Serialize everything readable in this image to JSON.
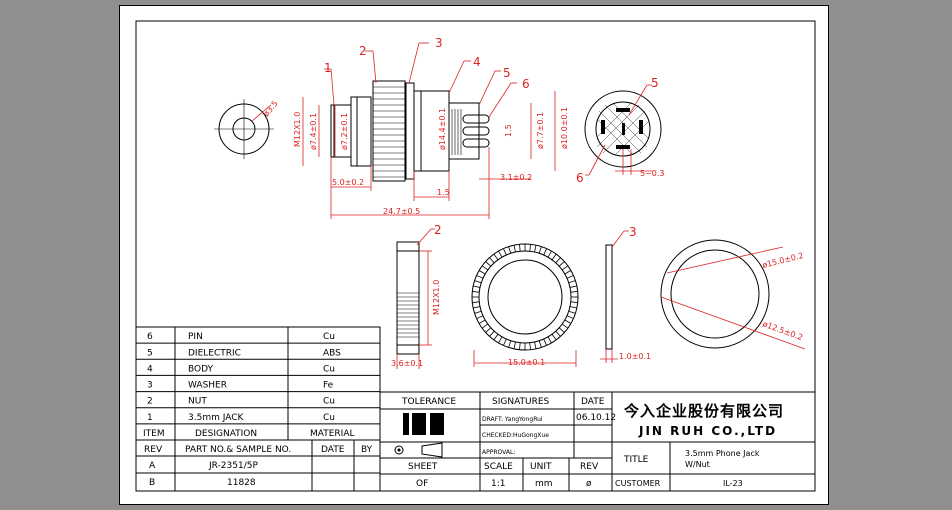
{
  "callouts": {
    "c1": "1",
    "c2": "2",
    "c3": "3",
    "c4": "4",
    "c5": "5",
    "c6": "6",
    "c5b": "5",
    "c6b": "6",
    "c2b": "2",
    "c3b": "3"
  },
  "dims": {
    "d_pin_hole": "ø3.5",
    "d_m12": "M12X1.0",
    "d_74": "ø7.4±0.1",
    "d_72": "ø7.2±0.1",
    "d_144": "ø14.4±0.1",
    "d_15": "1.5",
    "d_77": "ø7.7±0.1",
    "d_100": "ø10.0±0.1",
    "d_50": "5.0±0.2",
    "d_15b": "1.5",
    "d_31": "3.1±0.2",
    "d_247": "24.7±0.5",
    "d_503": "5~0.3",
    "d_nut_m12": "M12X1.0",
    "d_36": "3.6±0.1",
    "d_150b": "15.0±0.1",
    "d_10": "1.0±0.1",
    "d_150": "ø15.0±0.2",
    "d_125": "ø12.5±0.2"
  },
  "bom": {
    "rows": [
      {
        "item": "6",
        "name": "PIN",
        "material": "Cu"
      },
      {
        "item": "5",
        "name": "DIELECTRIC",
        "material": "ABS"
      },
      {
        "item": "4",
        "name": "BODY",
        "material": "Cu"
      },
      {
        "item": "3",
        "name": "WASHER",
        "material": "Fe"
      },
      {
        "item": "2",
        "name": "NUT",
        "material": "Cu"
      },
      {
        "item": "1",
        "name": "3.5mm JACK",
        "material": "Cu"
      }
    ],
    "header": {
      "item": "ITEM",
      "name": "DESIGNATION",
      "material": "MATERIAL"
    }
  },
  "rev_table": {
    "header": {
      "rev": "REV",
      "part": "PART NO.& SAMPLE NO.",
      "date": "DATE",
      "by": "BY"
    },
    "rows": [
      {
        "rev": "A",
        "part": "JR-2351/5P"
      },
      {
        "rev": "B",
        "part": "11828"
      }
    ]
  },
  "title_block": {
    "tolerance": "TOLERANCE",
    "signatures": "SIGNATURES",
    "date_label": "DATE",
    "draft": "DRAFT: YangYongRui",
    "date_value": "06.10.12",
    "checked": "CHECKED:HuGongXue",
    "approval": "APPROVAL:",
    "sheet": "SHEET",
    "scale": "SCALE",
    "unit": "UNIT",
    "rev": "REV",
    "of": "OF",
    "scale_value": "1:1",
    "unit_value": "mm",
    "rev_value": "ø",
    "company_cn": "今入企业股份有限公司",
    "company_en": "JIN RUH CO.,LTD",
    "title_label": "TITLE",
    "title_value_1": "3.5mm Phone Jack",
    "title_value_2": "W/Nut",
    "customer": "CUSTOMER",
    "doc_no": "IL-23"
  }
}
